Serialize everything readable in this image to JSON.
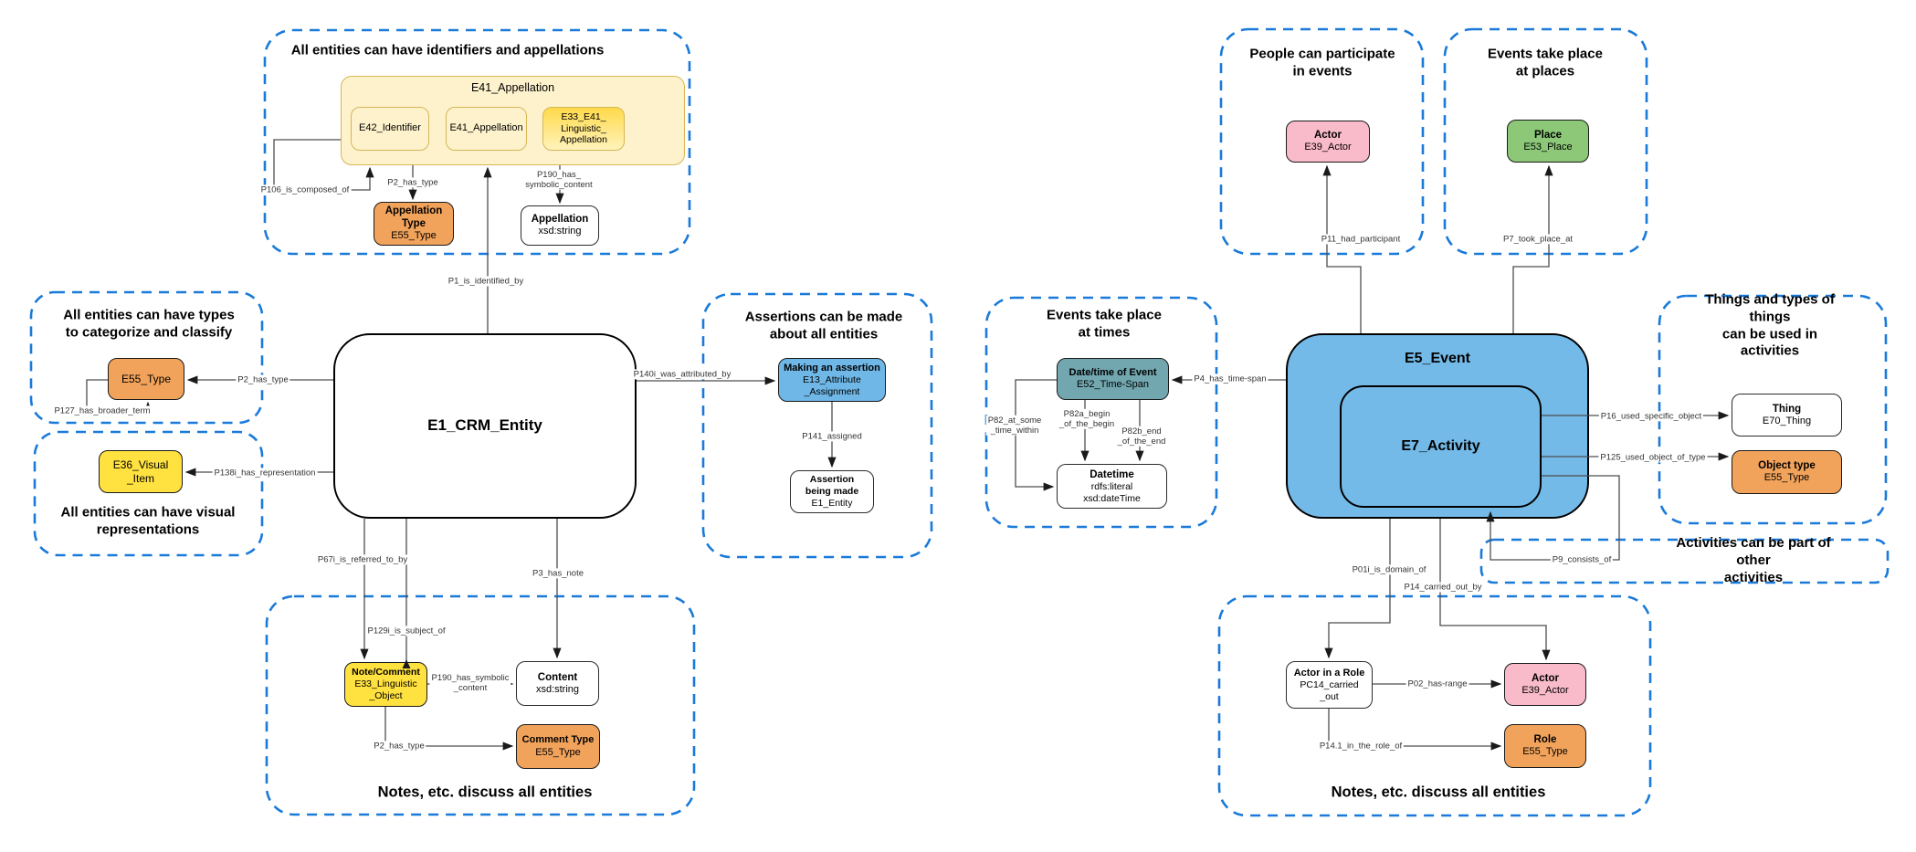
{
  "colors": {
    "group_border": "#1A7AD9",
    "cream_fill": "#FDF2CC",
    "cream_border": "#D6B656",
    "yellow": "#FFE13F",
    "orange": "#F2A35B",
    "assertion_blue": "#6FB7E6",
    "event_blue": "#74BAE8",
    "teal": "#72A7B0",
    "pink": "#F9BACA",
    "green": "#8CC878",
    "line": "#4d4d4d"
  },
  "groups": {
    "appellations": {
      "title": "All entities can have identifiers and appellations"
    },
    "types": {
      "title": "All entities can have types\nto categorize and classify"
    },
    "visual": {
      "title": "All entities can have visual\nrepresentations"
    },
    "assertions": {
      "title": "Assertions can be made\nabout all entities"
    },
    "notes_left": {
      "title": "Notes, etc. discuss all entities"
    },
    "people": {
      "title": "People can participate\nin events"
    },
    "places": {
      "title": "Events take place\nat places"
    },
    "times": {
      "title": "Events take place\nat times"
    },
    "things": {
      "title": "Things and types of things\ncan be used in activities"
    },
    "part_of": {
      "title": "Activities can be part of other\nactivities"
    },
    "notes_right": {
      "title": "Notes, etc. discuss all entities"
    }
  },
  "nodes": {
    "e41_group": {
      "label": "E41_Appellation"
    },
    "e42": {
      "label": "E42_Identifier"
    },
    "e41_inner": {
      "label": "E41_Appellation"
    },
    "e33_e41": {
      "label": "E33_E41_\nLinguistic_\nAppellation"
    },
    "appellation_type": {
      "title": "Appellation\nType",
      "sub": "E55_Type"
    },
    "appellation_value": {
      "title": "Appellation",
      "sub": "xsd:string"
    },
    "e55_type": {
      "label": "E55_Type"
    },
    "e36_visual": {
      "label": "E36_Visual\n_Item"
    },
    "e1": {
      "label": "E1_CRM_Entity"
    },
    "e13": {
      "title": "Making an assertion",
      "sub": "E13_Attribute\n_Assignment"
    },
    "assertion_made": {
      "title": "Assertion\nbeing made",
      "sub": "E1_Entity"
    },
    "note_comment": {
      "title": "Note/Comment",
      "sub": "E33_Linguistic\n_Object"
    },
    "content": {
      "title": "Content",
      "sub": "xsd:string"
    },
    "comment_type": {
      "title": "Comment Type",
      "sub": "E55_Type"
    },
    "actor_people": {
      "title": "Actor",
      "sub": "E39_Actor"
    },
    "place": {
      "title": "Place",
      "sub": "E53_Place"
    },
    "timespan": {
      "title": "Date/time of Event",
      "sub": "E52_Time-Span"
    },
    "datetime": {
      "title": "Datetime",
      "sub": "rdfs:literal\nxsd:dateTime"
    },
    "e5": {
      "label": "E5_Event"
    },
    "e7": {
      "label": "E7_Activity"
    },
    "thing": {
      "title": "Thing",
      "sub": "E70_Thing"
    },
    "object_type": {
      "title": "Object type",
      "sub": "E55_Type"
    },
    "actor_in_role": {
      "title": "Actor in a Role",
      "sub": "PC14_carried\n_out"
    },
    "actor_role_target": {
      "title": "Actor",
      "sub": "E39_Actor"
    },
    "role": {
      "title": "Role",
      "sub": "E55_Type"
    }
  },
  "edges": {
    "p106": "P106_is_composed_of",
    "p2_appellation": "P2_has_type",
    "p190_appellation": "P190_has_\nsymbolic_content",
    "p1": "P1_is_identified_by",
    "p2_type": "P2_has_type",
    "p127": "P127_has_broader_term",
    "p138i": "P138i_has_representation",
    "p140i": "P140i_was_attributed_by",
    "p141": "P141_assigned",
    "p67i": "P67i_is_referred_to_by",
    "p129i": "P129i_is_subject_of",
    "p3": "P3_has_note",
    "p190_content": "P190_has_symbolic\n_content",
    "p2_comment": "P2_has_type",
    "p11": "P11_had_participant",
    "p7": "P7_took_place_at",
    "p4": "P4_has_time-span",
    "p82": "P82_at_some\n_time_within",
    "p82a": "P82a_begin\n_of_the_begin",
    "p82b": "P82b_end\n_of_the_end",
    "p16": "P16_used_specific_object",
    "p125": "P125_used_object_of_type",
    "p9": "P9_consists_of",
    "p01i": "P01i_is_domain_of",
    "p14": "P14_carried_out_by",
    "p02": "P02_has-range",
    "p14_1": "P14.1_in_the_role_of"
  }
}
